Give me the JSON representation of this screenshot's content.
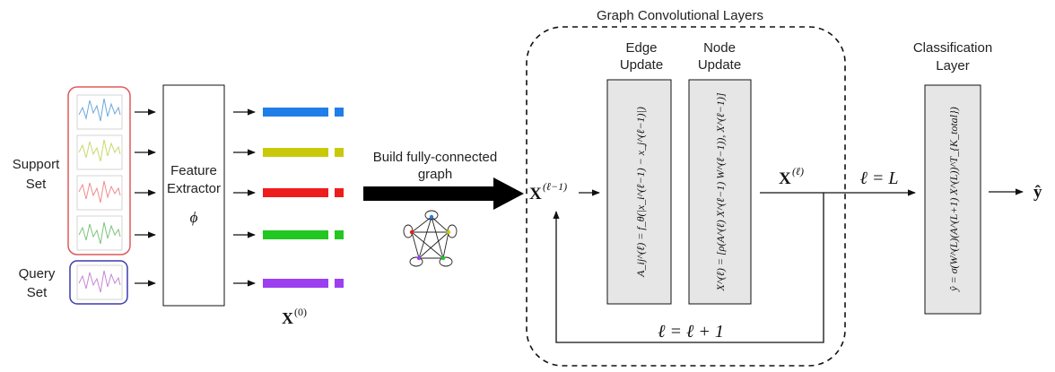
{
  "labels": {
    "support_set": [
      "Support",
      "Set"
    ],
    "query_set": [
      "Query",
      "Set"
    ],
    "feature_extractor": [
      "Feature",
      "Extractor"
    ],
    "phi": "ϕ",
    "x0": "X⁽⁰⁾",
    "build_graph": [
      "Build fully-connected",
      "graph"
    ],
    "gcl_title": "Graph Convolutional Layers",
    "edge_update": [
      "Edge",
      "Update"
    ],
    "node_update": [
      "Node",
      "Update"
    ],
    "x_prev": "X⁽ℓ⁻¹⁾",
    "x_l": "X⁽ℓ⁾",
    "edge_formula": "A_ij^(ℓ) = f_θ(|x_i^(ℓ−1) − x_j^(ℓ−1)|)",
    "node_formula": "X^(ℓ) = [ρ(A^(ℓ) X^(ℓ−1) W^(ℓ−1)), X^(ℓ−1)]",
    "ell_eq_L": "ℓ = L",
    "loop": "ℓ = ℓ + 1",
    "classification_title": [
      "Classification",
      "Layer"
    ],
    "class_formula": "ŷ = σ(W^(L)(A^(L+1) X^(L))^T_{K_total})",
    "output": "ŷ"
  },
  "colors": {
    "support_border": "#e05a5a",
    "query_border": "#3b3bb0",
    "box_fill": "#e6e6e6",
    "features": [
      "#1f7ee8",
      "#c9c90a",
      "#ee1c1c",
      "#22c722",
      "#9b3ff0"
    ],
    "signals": [
      "#6fa8dc",
      "#c9d86b",
      "#ef8c8c",
      "#7cc47c",
      "#c489d6"
    ]
  },
  "icons": [
    "time-series-thumbnail",
    "fully-connected-graph-icon",
    "arrow-icon"
  ]
}
